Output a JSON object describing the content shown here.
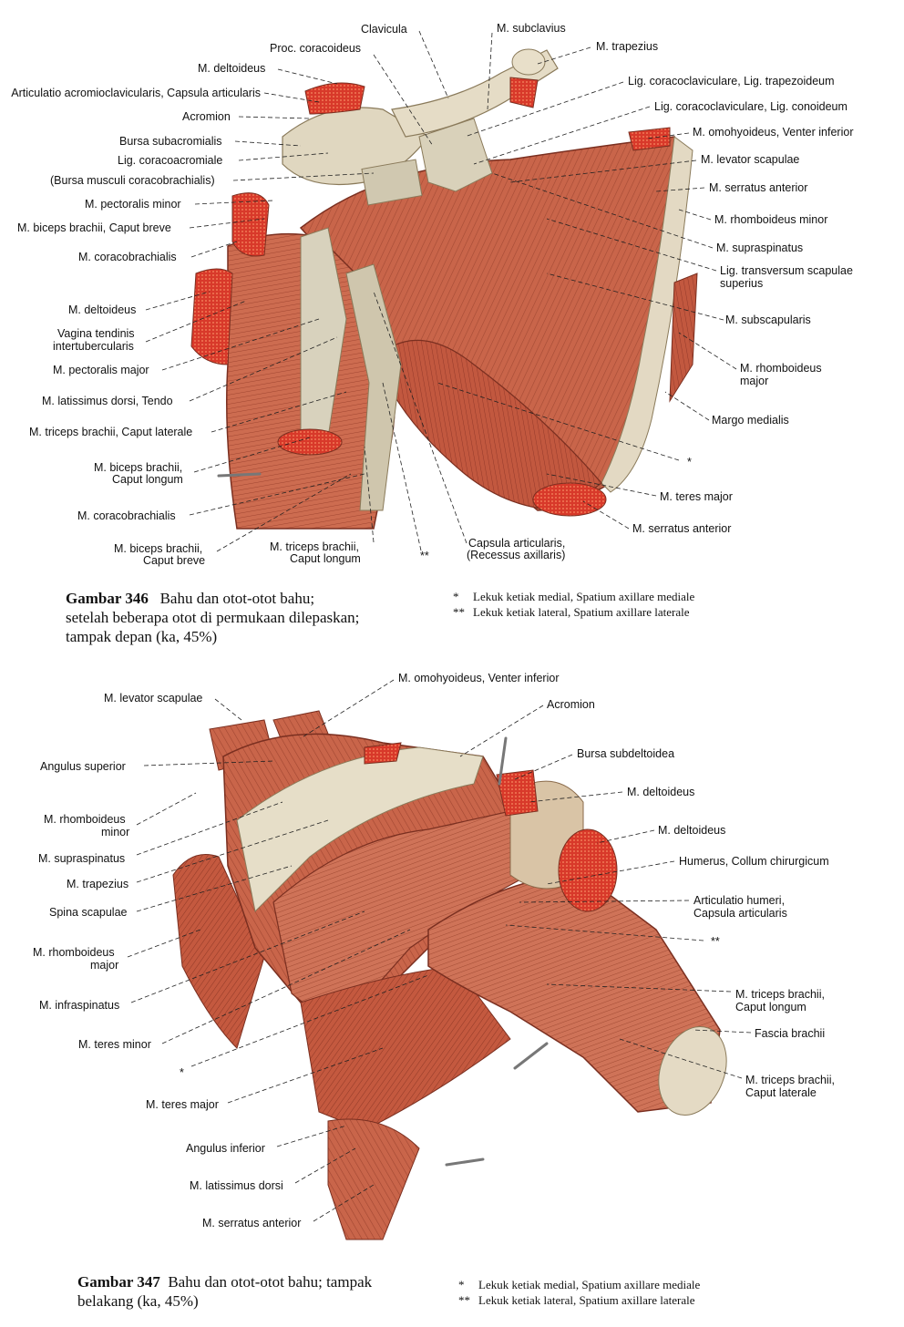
{
  "figure_346": {
    "labels_left": [
      "Proc. coracoideus",
      "M. deltoideus",
      "Articulatio acromioclavicularis, Capsula articularis",
      "Acromion",
      "Bursa subacromialis",
      "Lig. coracoacromiale",
      "(Bursa musculi coracobrachialis)",
      "M. pectoralis minor",
      "M. biceps brachii, Caput breve",
      "M. coracobrachialis",
      "M. deltoideus",
      "Vagina tendinis",
      "intertubercularis",
      "M. pectoralis major",
      "M. latissimus dorsi, Tendo",
      "M. triceps brachii, Caput laterale",
      "M. biceps brachii,",
      "Caput longum",
      "M. coracobrachialis",
      "M. biceps brachii,",
      "Caput breve"
    ],
    "labels_top": [
      "Clavicula",
      "M. subclavius"
    ],
    "labels_right": [
      "M. trapezius",
      "Lig. coracoclaviculare, Lig. trapezoideum",
      "Lig. coracoclaviculare, Lig. conoideum",
      "M. omohyoideus, Venter inferior",
      "M. levator scapulae",
      "M. serratus anterior",
      "M. rhomboideus minor",
      "M. supraspinatus",
      "Lig. transversum scapulae",
      "superius",
      "M. subscapularis",
      "M. rhomboideus",
      "major",
      "Margo medialis",
      "*",
      "M. teres major",
      "M. serratus anterior"
    ],
    "labels_bottom": [
      "M. triceps brachii,",
      "Caput longum",
      "**",
      "Capsula articularis,",
      "(Recessus axillaris)"
    ],
    "caption": {
      "number": "Gambar 346",
      "text_line1": "Bahu dan otot-otot bahu;",
      "text_line2": "setelah beberapa otot di permukaan dilepaskan;",
      "text_line3": "tampak depan (ka, 45%)"
    },
    "notes": [
      {
        "mark": "*",
        "text": "Lekuk ketiak medial, Spatium axillare mediale"
      },
      {
        "mark": "**",
        "text": "Lekuk ketiak lateral, Spatium axillare laterale"
      }
    ]
  },
  "figure_347": {
    "labels_left": [
      "M. levator scapulae",
      "Angulus superior",
      "M. rhomboideus",
      "minor",
      "M. supraspinatus",
      "M. trapezius",
      "Spina scapulae",
      "M. rhomboideus",
      "major",
      "M. infraspinatus",
      "M. teres minor",
      "*",
      "M. teres major",
      "Angulus inferior",
      "M. latissimus dorsi",
      "M. serratus anterior"
    ],
    "labels_right": [
      "M. omohyoideus, Venter inferior",
      "Acromion",
      "Bursa subdeltoidea",
      "M. deltoideus",
      "M. deltoideus",
      "Humerus, Collum chirurgicum",
      "Articulatio humeri,",
      "Capsula articularis",
      "**",
      "M. triceps brachii,",
      "Caput longum",
      "Fascia brachii",
      "M. triceps brachii,",
      "Caput laterale"
    ],
    "caption": {
      "number": "Gambar 347",
      "text_line1": "Bahu dan otot-otot bahu; tampak",
      "text_line2": "belakang (ka, 45%)"
    },
    "notes": [
      {
        "mark": "*",
        "text": "Lekuk ketiak medial, Spatium axillare mediale"
      },
      {
        "mark": "**",
        "text": "Lekuk ketiak lateral, Spatium axillare laterale"
      }
    ]
  },
  "colors": {
    "muscle": "#c9654a",
    "muscle_dark": "#9c3e2c",
    "tendon": "#d8d2bd",
    "cut_surface": "#d8392a"
  }
}
